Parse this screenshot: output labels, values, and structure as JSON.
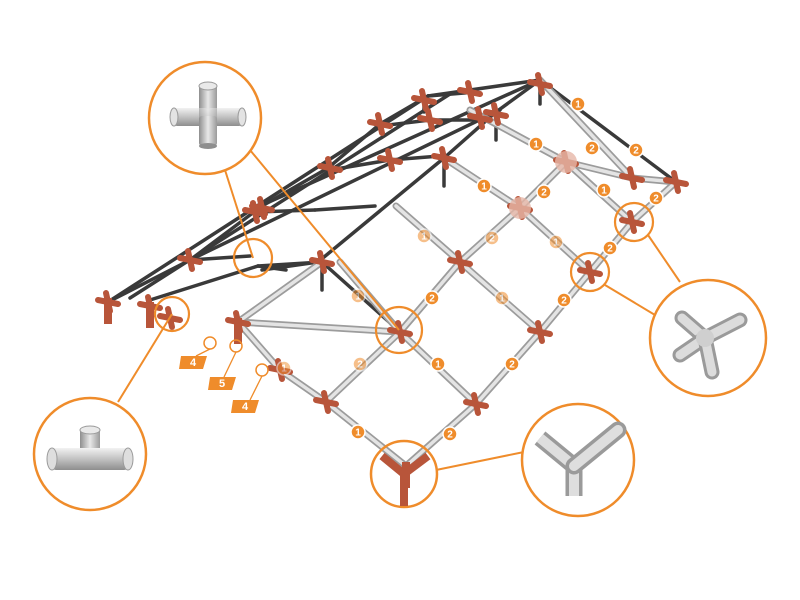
{
  "diagram": {
    "colors": {
      "accent": "#ef8c2b",
      "accent_light": "#f7c28f",
      "joint": "#b8553a",
      "joint_light": "#e6b7a8",
      "frame": "#3a3a3a",
      "pipe": "#c7c7c7"
    },
    "length_badges": [
      "1",
      "2"
    ],
    "pole_tags": [
      "4",
      "5",
      "4"
    ],
    "callouts": [
      {
        "id": "cross-connector",
        "icon": "cross-fitting-icon"
      },
      {
        "id": "tee-connector",
        "icon": "tee-fitting-icon"
      },
      {
        "id": "three-way-connector",
        "icon": "three-way-fitting-icon"
      },
      {
        "id": "y-connector",
        "icon": "y-fitting-icon"
      }
    ]
  }
}
